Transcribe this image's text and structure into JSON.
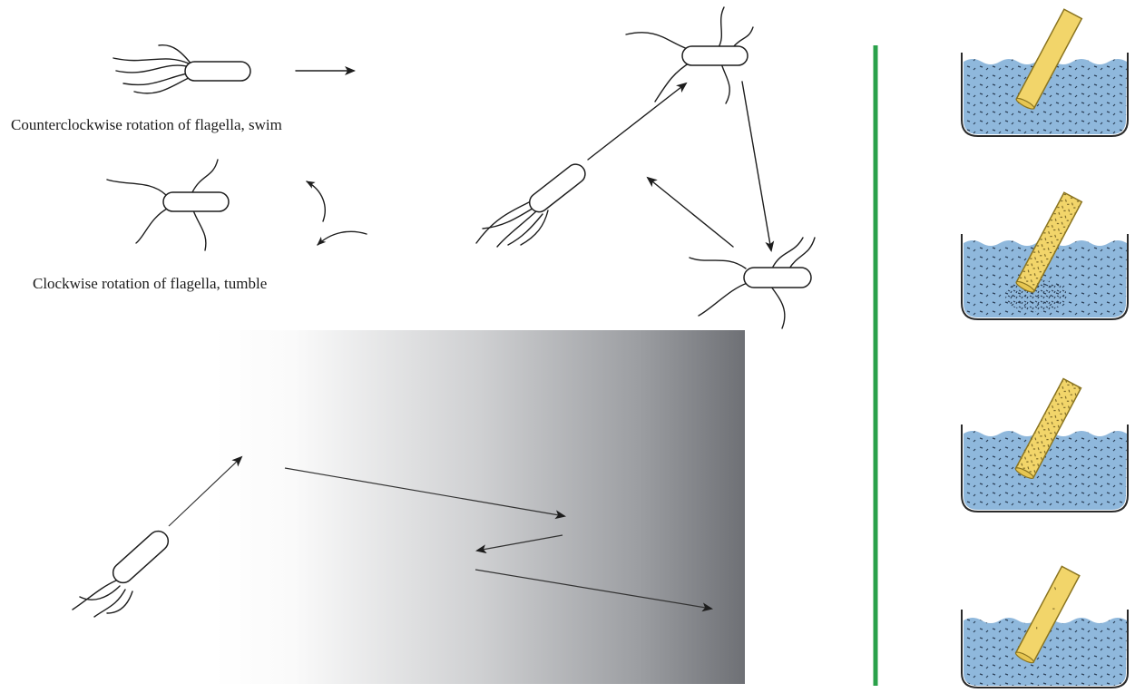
{
  "captions": {
    "swim": "Counterclockwise rotation of flagella, swim",
    "tumble": "Clockwise rotation of flagella, tumble"
  },
  "colors": {
    "divider": "#2aa14a",
    "water": "#8fb8dc",
    "water_dark": "#6f9fcb",
    "capillary": "#f2d56a",
    "capillary_stroke": "#b89a2a",
    "gradient_light": "#ffffff",
    "gradient_dark": "#6e7075"
  },
  "beakers": [
    {
      "state": "start"
    },
    {
      "state": "accumulation-at-mouth"
    },
    {
      "state": "bacteria-inside-capillary"
    },
    {
      "state": "few-bacteria-inside"
    }
  ]
}
